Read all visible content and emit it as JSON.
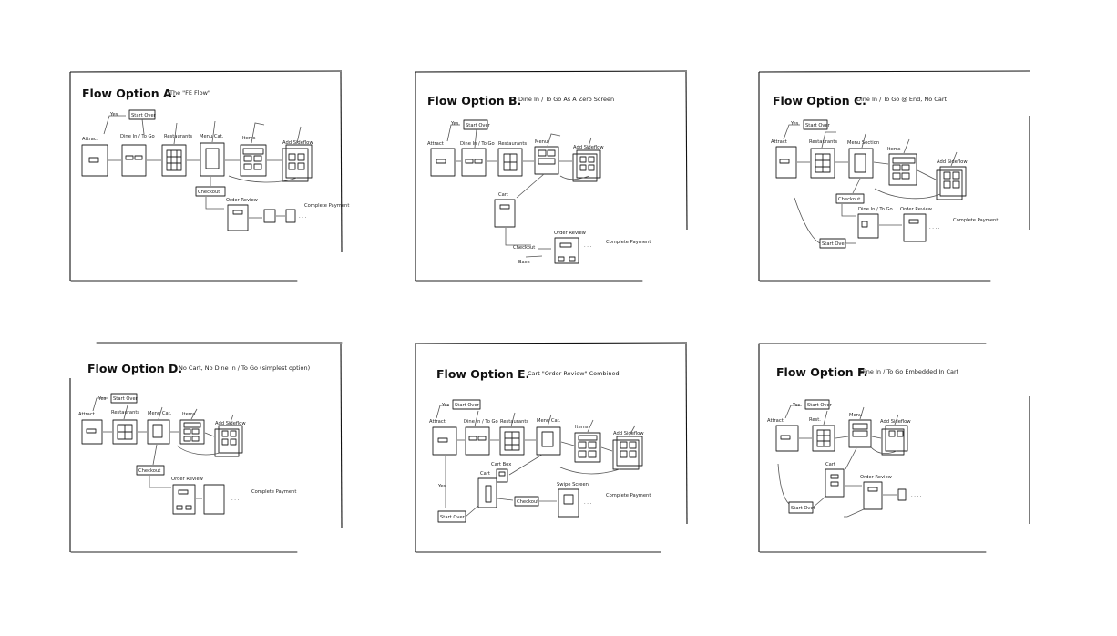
{
  "sheets": [
    {
      "id": "a",
      "title": "Flow Option A.",
      "subtitle": "The \"FE Flow\"",
      "labels": [
        "Yes",
        "Start Over",
        "Attract",
        "Dine In / To Go",
        "Restaurants",
        "Menu Cat.",
        "Items",
        "Add Sideflow",
        "Checkout",
        "Order Review",
        "Complete Payment"
      ]
    },
    {
      "id": "b",
      "title": "Flow Option B.",
      "subtitle": "Dine In / To Go As A Zero Screen",
      "labels": [
        "Yes",
        "Start Over",
        "Attract",
        "Dine In / To Go",
        "Restaurants",
        "Menu",
        "Add Sideflow",
        "Cart",
        "Checkout",
        "Back",
        "Order Review",
        "Complete Payment"
      ]
    },
    {
      "id": "c",
      "title": "Flow Option C.",
      "subtitle": "Dine In / To Go @ End, No Cart",
      "labels": [
        "Yes",
        "Start Over",
        "Attract",
        "Restaurants",
        "Menu Section",
        "Items",
        "Add Sideflow",
        "Checkout",
        "Dine In / To Go",
        "Order Review",
        "Complete Payment",
        "Start Over"
      ]
    },
    {
      "id": "d",
      "title": "Flow Option D.",
      "subtitle": "No Cart, No Dine In / To Go (simplest option)",
      "labels": [
        "Yes",
        "Start Over",
        "Attract",
        "Restaurants",
        "Menu Cat.",
        "Items",
        "Add Sideflow",
        "Checkout",
        "Order Review",
        "Complete Payment"
      ]
    },
    {
      "id": "e",
      "title": "Flow Option E.",
      "subtitle": "Cart \"Order Review\" Combined",
      "labels": [
        "Yes",
        "Start Over",
        "Attract",
        "Dine In / To Go",
        "Restaurants",
        "Menu Cat.",
        "Items",
        "Add Sideflow",
        "Cart Box",
        "Cart",
        "Checkout",
        "Swipe Screen",
        "Complete Payment",
        "Yes",
        "Start Over"
      ]
    },
    {
      "id": "f",
      "title": "Flow Option F.",
      "subtitle": "Dine In / To Go Embedded In Cart",
      "labels": [
        "Yes",
        "Start Over",
        "Attract",
        "Rest.",
        "Menu",
        "Add Sideflow",
        "Cart",
        "Order Review",
        "Start Over"
      ]
    }
  ]
}
